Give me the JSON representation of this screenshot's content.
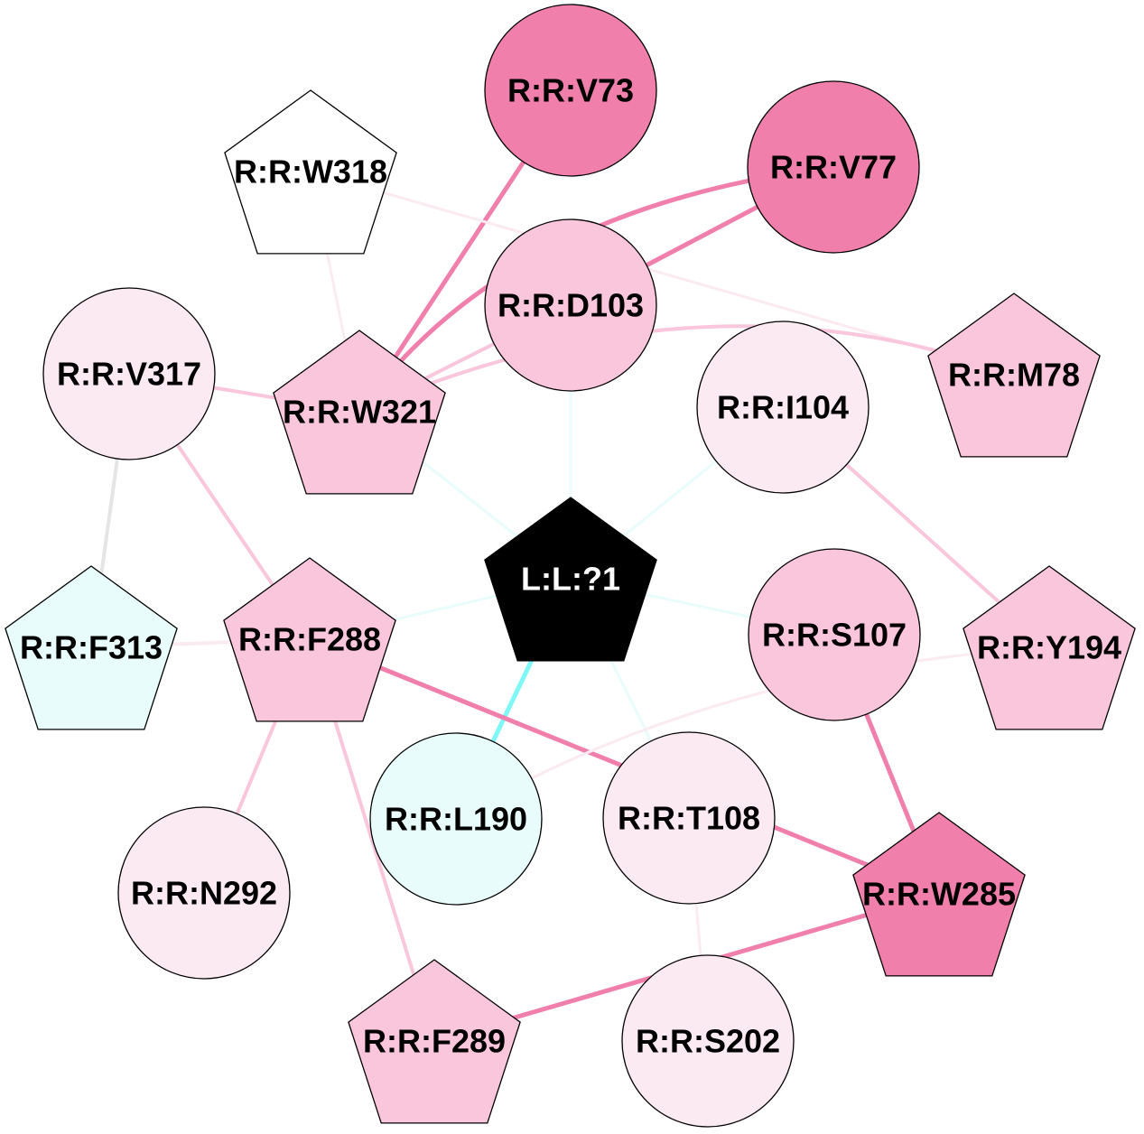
{
  "diagram": {
    "nodes": [
      {
        "id": "V73",
        "label": "R:R:V73",
        "shape": "circle",
        "color": "#f07fab",
        "label_color": "#000000"
      },
      {
        "id": "V77",
        "label": "R:R:V77",
        "shape": "circle",
        "color": "#f07fab",
        "label_color": "#000000"
      },
      {
        "id": "W318",
        "label": "R:R:W318",
        "shape": "pentagon",
        "color": "#ffffff",
        "label_color": "#000000"
      },
      {
        "id": "D103",
        "label": "R:R:D103",
        "shape": "circle",
        "color": "#f9c6dc",
        "label_color": "#000000"
      },
      {
        "id": "M78",
        "label": "R:R:M78",
        "shape": "pentagon",
        "color": "#f9c6dc",
        "label_color": "#000000"
      },
      {
        "id": "V317",
        "label": "R:R:V317",
        "shape": "circle",
        "color": "#fbeaf2",
        "label_color": "#000000"
      },
      {
        "id": "W321",
        "label": "R:R:W321",
        "shape": "pentagon",
        "color": "#f9c6dc",
        "label_color": "#000000"
      },
      {
        "id": "I104",
        "label": "R:R:I104",
        "shape": "circle",
        "color": "#fbeaf2",
        "label_color": "#000000"
      },
      {
        "id": "L1",
        "label": "L:L:?1",
        "shape": "pentagon",
        "color": "#000000",
        "label_color": "#ffffff"
      },
      {
        "id": "F313",
        "label": "R:R:F313",
        "shape": "pentagon",
        "color": "#e8fcfc",
        "label_color": "#000000"
      },
      {
        "id": "F288",
        "label": "R:R:F288",
        "shape": "pentagon",
        "color": "#f9c6dc",
        "label_color": "#000000"
      },
      {
        "id": "S107",
        "label": "R:R:S107",
        "shape": "circle",
        "color": "#f9c6dc",
        "label_color": "#000000"
      },
      {
        "id": "Y194",
        "label": "R:R:Y194",
        "shape": "pentagon",
        "color": "#f9c6dc",
        "label_color": "#000000"
      },
      {
        "id": "L190",
        "label": "R:R:L190",
        "shape": "circle",
        "color": "#e8fcfc",
        "label_color": "#000000"
      },
      {
        "id": "T108",
        "label": "R:R:T108",
        "shape": "circle",
        "color": "#fbeaf2",
        "label_color": "#000000"
      },
      {
        "id": "N292",
        "label": "R:R:N292",
        "shape": "circle",
        "color": "#fbeaf2",
        "label_color": "#000000"
      },
      {
        "id": "W285",
        "label": "R:R:W285",
        "shape": "pentagon",
        "color": "#f07fab",
        "label_color": "#000000"
      },
      {
        "id": "F289",
        "label": "R:R:F289",
        "shape": "pentagon",
        "color": "#f9c6dc",
        "label_color": "#000000"
      },
      {
        "id": "S202",
        "label": "R:R:S202",
        "shape": "circle",
        "color": "#fbeaf2",
        "label_color": "#000000"
      }
    ],
    "edges": [
      {
        "source": "V73",
        "target": "W321",
        "color": "#f07fab",
        "weight": "strong"
      },
      {
        "source": "V77",
        "target": "W321",
        "color": "#f07fab",
        "weight": "strong"
      },
      {
        "source": "V77",
        "target": "D103",
        "color": "#f07fab",
        "weight": "strong"
      },
      {
        "source": "W318",
        "target": "W321",
        "color": "#fbeaf2",
        "weight": "light"
      },
      {
        "source": "W318",
        "target": "M78",
        "color": "#fbeaf2",
        "weight": "light"
      },
      {
        "source": "D103",
        "target": "W321",
        "color": "#f9c6dc",
        "weight": "medium"
      },
      {
        "source": "D103",
        "target": "L1",
        "color": "#e8fcfc",
        "weight": "light"
      },
      {
        "source": "W321",
        "target": "M78",
        "color": "#f9c6dc",
        "weight": "medium"
      },
      {
        "source": "V317",
        "target": "W321",
        "color": "#f9c6dc",
        "weight": "medium"
      },
      {
        "source": "V317",
        "target": "F313",
        "color": "#e5e5e5",
        "weight": "medium"
      },
      {
        "source": "V317",
        "target": "F288",
        "color": "#f9c6dc",
        "weight": "medium"
      },
      {
        "source": "W321",
        "target": "L1",
        "color": "#e8fcfc",
        "weight": "light"
      },
      {
        "source": "I104",
        "target": "L1",
        "color": "#e8fcfc",
        "weight": "light"
      },
      {
        "source": "I104",
        "target": "Y194",
        "color": "#f9c6dc",
        "weight": "medium"
      },
      {
        "source": "F288",
        "target": "L1",
        "color": "#e8fcfc",
        "weight": "light"
      },
      {
        "source": "S107",
        "target": "L1",
        "color": "#e8fcfc",
        "weight": "light"
      },
      {
        "source": "L190",
        "target": "L1",
        "color": "#7ff7f7",
        "weight": "strong"
      },
      {
        "source": "T108",
        "target": "L1",
        "color": "#e8fcfc",
        "weight": "light"
      },
      {
        "source": "F313",
        "target": "F288",
        "color": "#fbeaf2",
        "weight": "medium"
      },
      {
        "source": "F288",
        "target": "W285",
        "color": "#f07fab",
        "weight": "strong"
      },
      {
        "source": "F288",
        "target": "N292",
        "color": "#f9c6dc",
        "weight": "medium"
      },
      {
        "source": "F288",
        "target": "F289",
        "color": "#f9c6dc",
        "weight": "medium"
      },
      {
        "source": "S107",
        "target": "W285",
        "color": "#f07fab",
        "weight": "strong"
      },
      {
        "source": "Y194",
        "target": "L190",
        "color": "#fbeaf2",
        "weight": "light"
      },
      {
        "source": "T108",
        "target": "S202",
        "color": "#fbeaf2",
        "weight": "light"
      },
      {
        "source": "W285",
        "target": "F289",
        "color": "#f07fab",
        "weight": "strong"
      }
    ]
  }
}
